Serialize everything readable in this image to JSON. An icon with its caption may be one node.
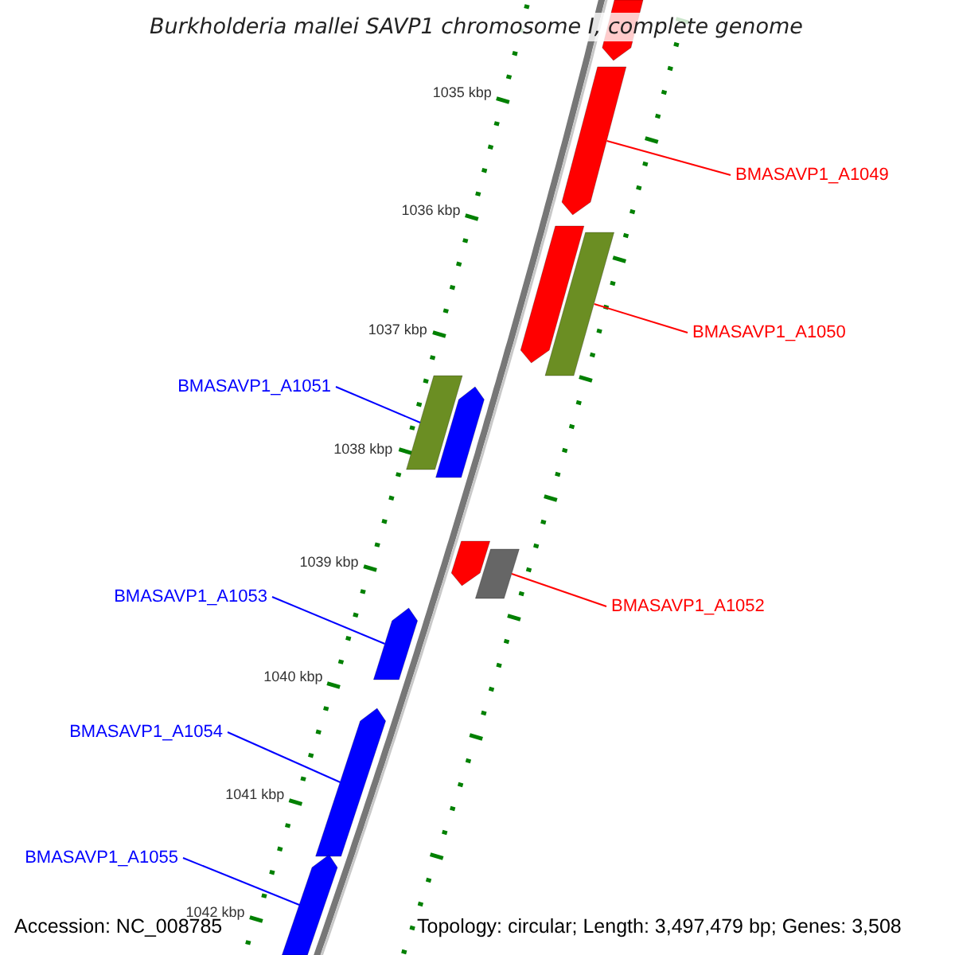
{
  "diagram": {
    "title": "Burkholderia mallei SAVP1 chromosome I, complete genome",
    "nodes": [
      {
        "text": [
          "BMASAVP1_A1049"
        ]
      },
      {
        "text": [
          "BMASAVP1_A1050"
        ]
      },
      {
        "text": [
          "BMASAVP1_A1051"
        ]
      },
      {
        "text": [
          "BMASAVP1_A1052"
        ]
      },
      {
        "text": [
          "BMASAVP1_A1053"
        ]
      },
      {
        "text": [
          "BMASAVP1_A1054"
        ]
      },
      {
        "text": [
          "BMASAVP1_A1055"
        ]
      },
      {
        "text": [],
        "shape": "bar"
      },
      {
        "text": [],
        "shape": "bar"
      },
      {
        "text": [],
        "shape": "bar"
      },
      {
        "text": [],
        "shape": "bar"
      },
      {
        "text": [],
        "shape": "bar"
      },
      {
        "text": [],
        "shape": "bar"
      },
      {
        "text": [],
        "shape": "bar"
      },
      {
        "text": [],
        "shape": "bar"
      },
      {
        "text": [],
        "shape": "bar"
      },
      {
        "text": [],
        "shape": "bar"
      },
      {
        "text": [],
        "shape": "bar"
      }
    ],
    "edges": [
      {
        "from": 0,
        "to": 8,
        "arrow": "none",
        "color": "#ff0000"
      },
      {
        "from": 1,
        "to": 10,
        "arrow": "none",
        "color": "#ff0000"
      },
      {
        "from": 2,
        "to": 11,
        "arrow": "none"
      },
      {
        "from": 3,
        "to": 14,
        "arrow": "none",
        "color": "#ff0000"
      },
      {
        "from": 4,
        "to": 15,
        "arrow": "none"
      },
      {
        "from": 5,
        "to": 16,
        "arrow": "none"
      },
      {
        "from": 6,
        "to": 17,
        "arrow": "none"
      }
    ],
    "labels": [
      "1035 kbp",
      "1036 kbp",
      "1037 kbp",
      "1038 kbp",
      "1039 kbp",
      "1040 kbp",
      "1041 kbp",
      "1042 kbp",
      "Accession: NC_008785",
      "Topology: circular; Length: 3,497,479 bp; Genes: 3,508"
    ]
  }
}
